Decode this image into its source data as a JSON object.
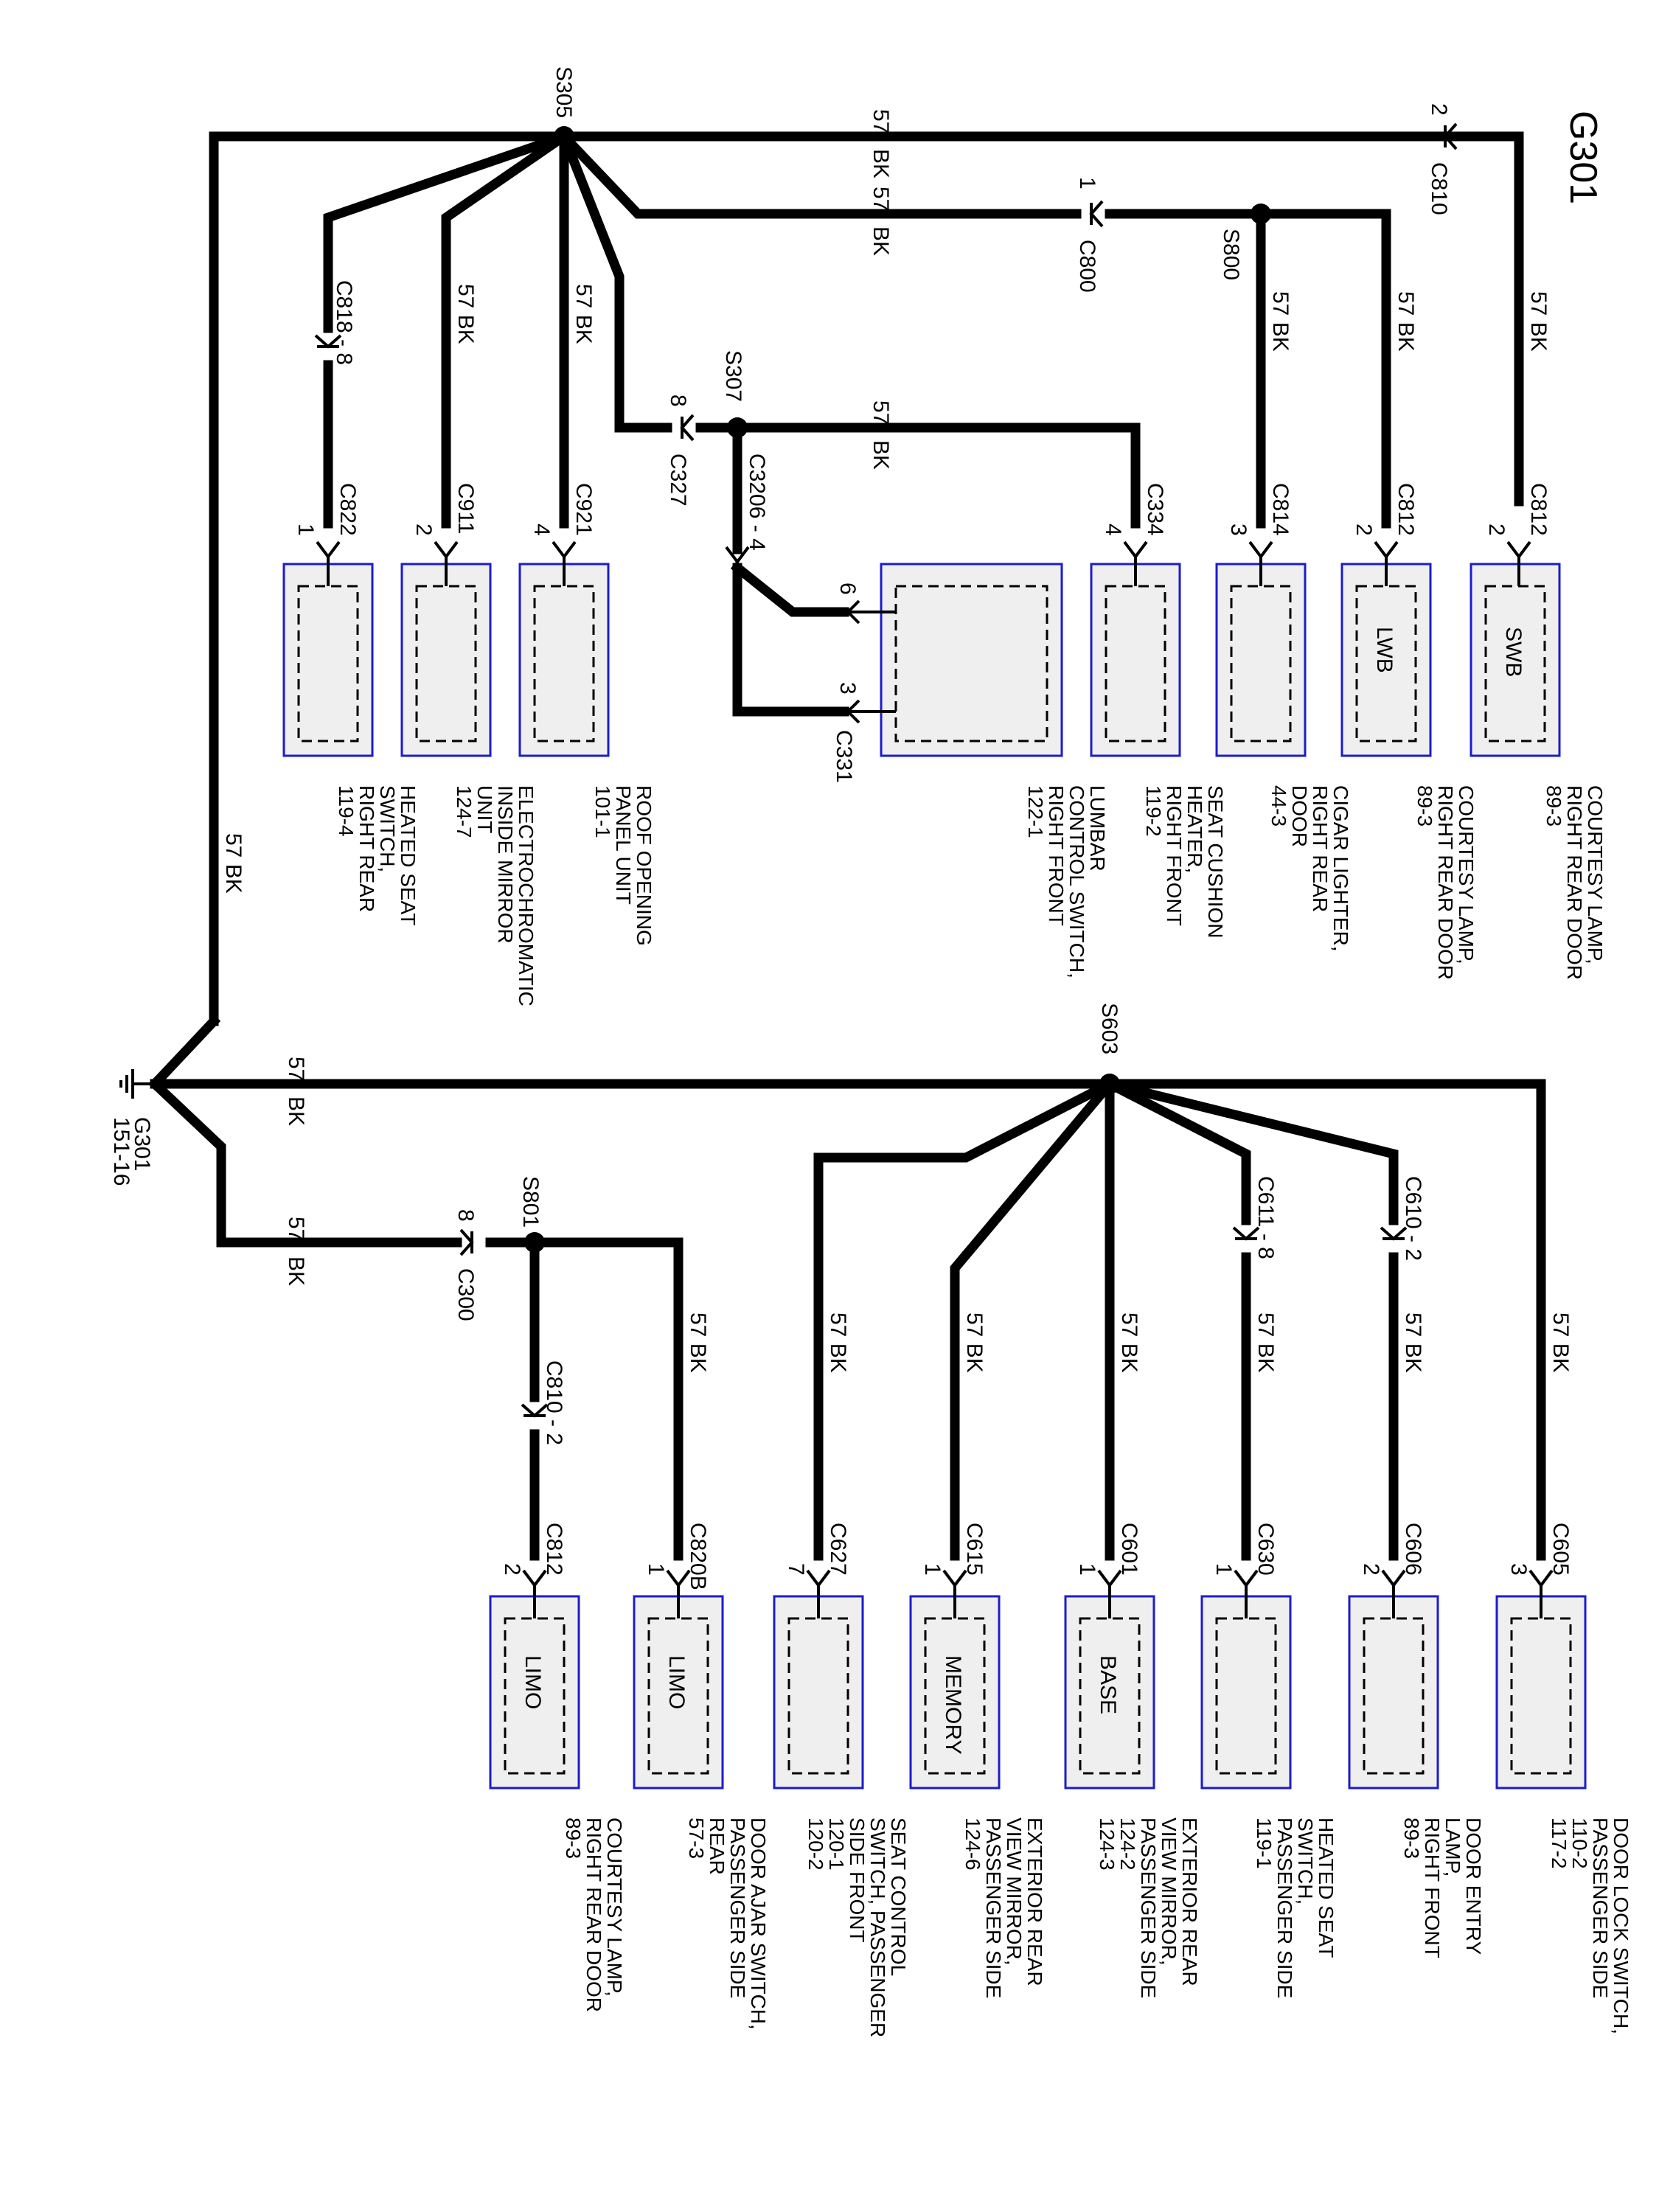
{
  "ground": {
    "title": "G301",
    "id": "G301",
    "ref": "151-16"
  },
  "circuit": {
    "num": "57",
    "color": "BK",
    "num_color": "57  BK"
  },
  "splices": {
    "s305": "S305",
    "s800": "S800",
    "s307": "S307",
    "s603": "S603",
    "s801": "S801"
  },
  "connectors": {
    "c810": "C810",
    "c810_pin": "2",
    "c800": "C800",
    "c800_pin": "1",
    "c818": "C818 - 8",
    "c327": "C327",
    "c327_pin": "8",
    "c3206": "C3206 - 4",
    "c331": "C331",
    "c331_pin6": "6",
    "c331_pin3": "3",
    "c300": "C300",
    "c300_pin": "8",
    "c611": "C611 - 8",
    "c610": "C610 - 2",
    "c810b": "C810 - 2"
  },
  "top_components": [
    {
      "conn": "C822",
      "pin": "1",
      "inner": "",
      "label": [
        "HEATED SEAT",
        "SWITCH,",
        "RIGHT REAR",
        "119-4"
      ]
    },
    {
      "conn": "C911",
      "pin": "2",
      "inner": "",
      "label": [
        "ELECTROCHROMATIC",
        "INSIDE MIRROR",
        "UNIT",
        "124-7"
      ]
    },
    {
      "conn": "C921",
      "pin": "4",
      "inner": "",
      "label": [
        "ROOF OPENING",
        "PANEL UNIT",
        "101-1"
      ]
    },
    {
      "conn": "",
      "pin": "",
      "inner": "",
      "label": [
        "LUMBAR",
        "CONTROL SWITCH,",
        "RIGHT FRONT",
        "122-1"
      ]
    },
    {
      "conn": "C334",
      "pin": "4",
      "inner": "",
      "label": [
        "SEAT CUSHION",
        "HEATER,",
        "RIGHT FRONT",
        "119-2"
      ]
    },
    {
      "conn": "C814",
      "pin": "3",
      "inner": "",
      "label": [
        "CIGAR LIGHTER,",
        "RIGHT REAR",
        "DOOR",
        "44-3"
      ]
    },
    {
      "conn": "C812",
      "pin": "2",
      "inner": "LWB",
      "label": [
        "COURTESY LAMP,",
        "RIGHT REAR DOOR",
        "89-3"
      ]
    },
    {
      "conn": "C812",
      "pin": "2",
      "inner": "SWB",
      "label": [
        "COURTESY LAMP,",
        "RIGHT REAR DOOR",
        "89-3"
      ]
    }
  ],
  "bottom_components": [
    {
      "conn": "C812",
      "pin": "2",
      "inner": "LIMO",
      "label": [
        "COURTESY LAMP,",
        "RIGHT REAR DOOR",
        "89-3"
      ]
    },
    {
      "conn": "C820B",
      "pin": "1",
      "inner": "LIMO",
      "label": [
        "DOOR AJAR SWITCH,",
        "PASSENGER SIDE",
        "REAR",
        "57-3"
      ]
    },
    {
      "conn": "C627",
      "pin": "7",
      "inner": "",
      "label": [
        "SEAT CONTROL",
        "SWITCH, PASSENGER",
        "SIDE FRONT",
        "120-1",
        "120-2"
      ]
    },
    {
      "conn": "C615",
      "pin": "1",
      "inner": "MEMORY",
      "label": [
        "EXTERIOR REAR",
        "VIEW MIRROR,",
        "PASSENGER SIDE",
        "124-6"
      ]
    },
    {
      "conn": "C601",
      "pin": "1",
      "inner": "BASE",
      "label": [
        "EXTERIOR REAR",
        "VIEW MIRROR,",
        "PASSENGER SIDE",
        "124-2",
        "124-3"
      ]
    },
    {
      "conn": "C630",
      "pin": "1",
      "inner": "",
      "label": [
        "HEATED SEAT",
        "SWITCH,",
        "PASSENGER SIDE",
        "119-1"
      ]
    },
    {
      "conn": "C606",
      "pin": "2",
      "inner": "",
      "label": [
        "DOOR ENTRY",
        "LAMP,",
        "RIGHT FRONT",
        "89-3"
      ]
    },
    {
      "conn": "C605",
      "pin": "3",
      "inner": "",
      "label": [
        "DOOR LOCK SWITCH,",
        "PASSENGER SIDE",
        "110-2",
        "117-2"
      ]
    }
  ]
}
